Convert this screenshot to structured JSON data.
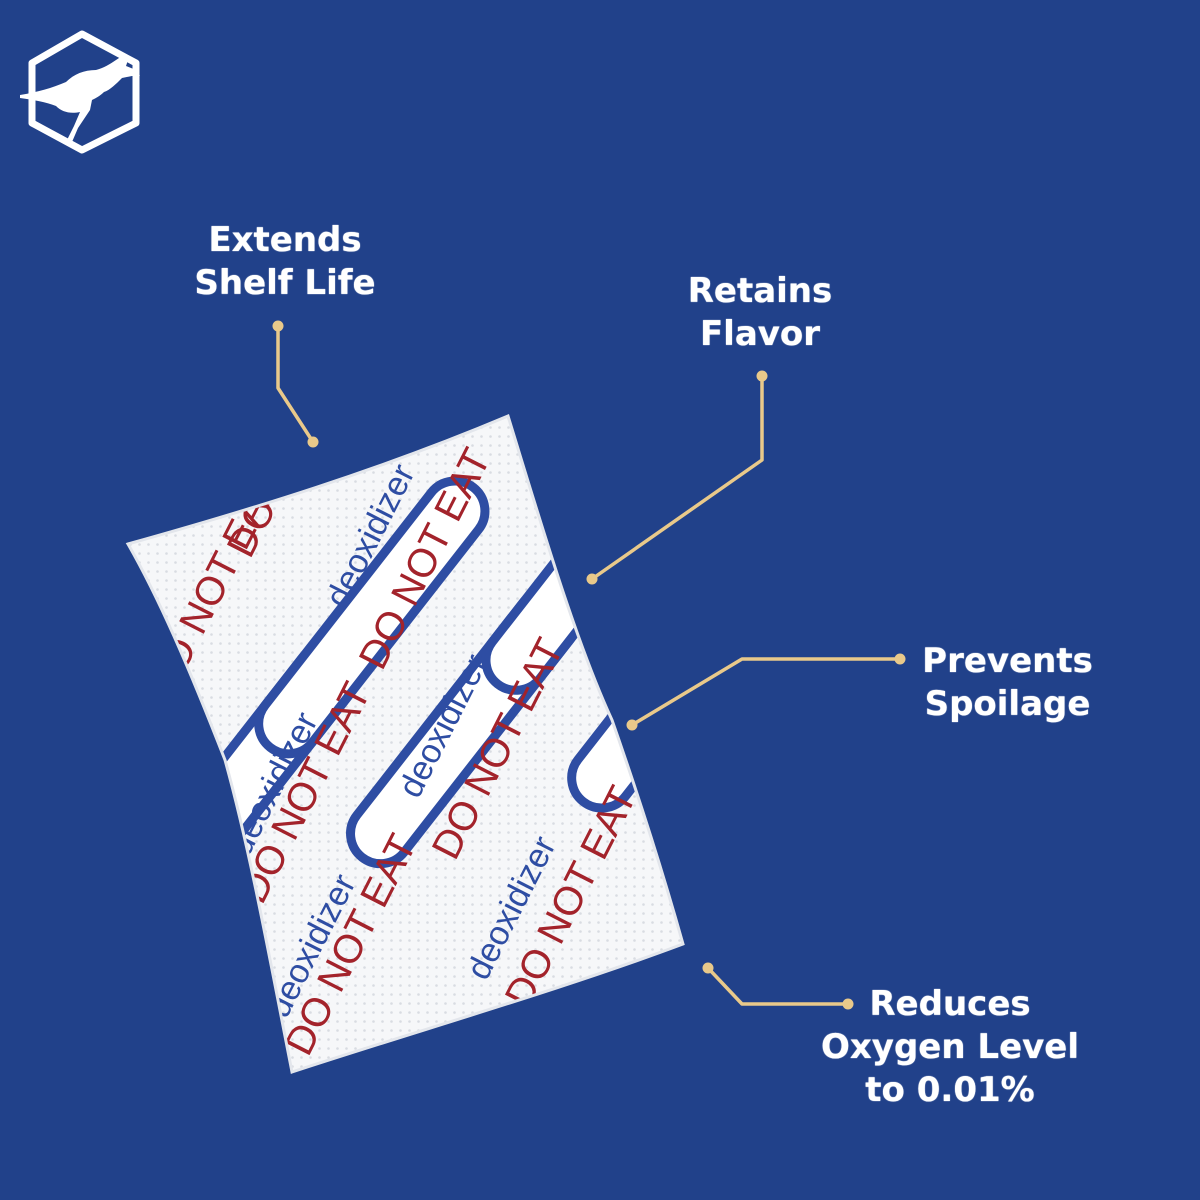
{
  "brand": {
    "logo_icon": "kangaroo-hexagon-icon"
  },
  "callouts": {
    "extends": [
      "Extends",
      "Shelf Life"
    ],
    "retains": [
      "Retains",
      "Flavor"
    ],
    "prevents": [
      "Prevents",
      "Spoilage"
    ],
    "reduces": [
      "Reduces",
      "Oxygen Level",
      "to 0.01%"
    ]
  },
  "packet": {
    "product_text": "deoxidizer",
    "warning_text": "DO NOT EAT"
  },
  "colors": {
    "background": "#21418a",
    "connector": "#e9c98a",
    "packet_blue": "#2e4da3",
    "warning_red": "#a3232b"
  }
}
